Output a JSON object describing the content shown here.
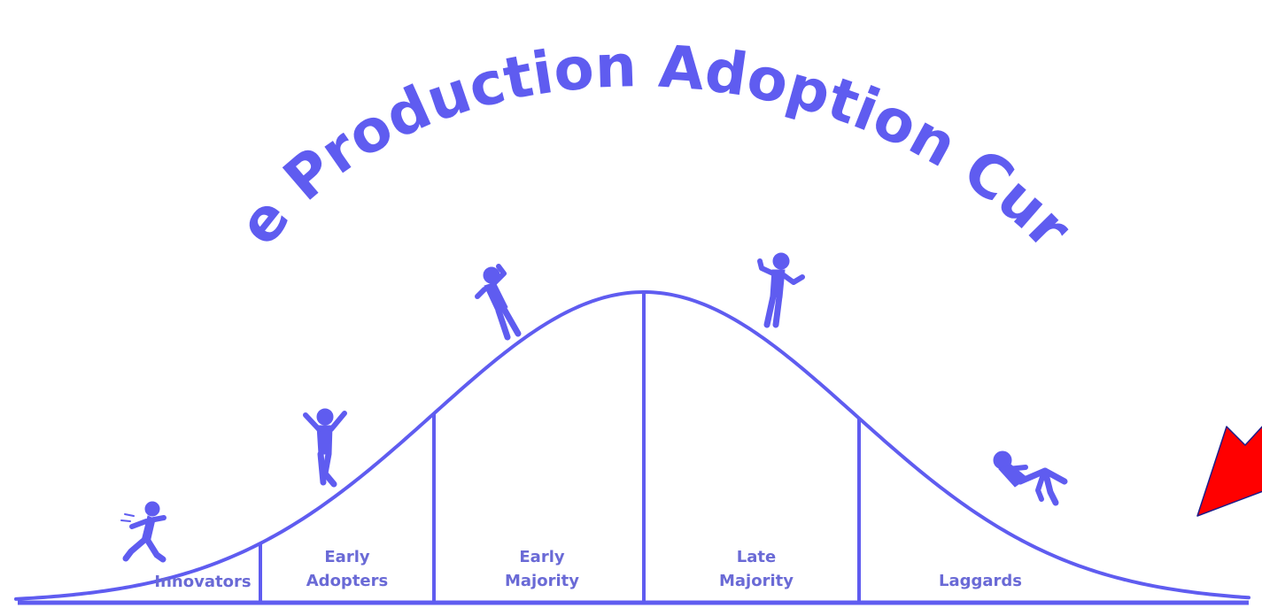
{
  "title": "The Production Adoption Curve",
  "colors": {
    "primary": "#5f5cf0",
    "label": "#6a6ad6",
    "arrow": "#ff0000",
    "arrow_outline": "#1d1d8a",
    "background": "#ffffff"
  },
  "segments": [
    {
      "id": "innovators",
      "lines": [
        "Innovators"
      ]
    },
    {
      "id": "early-adopters",
      "lines": [
        "Early",
        "Adopters"
      ]
    },
    {
      "id": "early-majority",
      "lines": [
        "Early",
        "Majority"
      ]
    },
    {
      "id": "late-majority",
      "lines": [
        "Late",
        "Majority"
      ]
    },
    {
      "id": "laggards",
      "lines": [
        "Laggards"
      ]
    }
  ],
  "figures": [
    {
      "name": "running-figure-icon",
      "segment": "innovators"
    },
    {
      "name": "cheering-figure-icon",
      "segment": "early-adopters"
    },
    {
      "name": "thinking-figure-icon",
      "segment": "early-majority"
    },
    {
      "name": "shrugging-figure-icon",
      "segment": "late-majority"
    },
    {
      "name": "reclining-figure-icon",
      "segment": "laggards"
    }
  ],
  "annotation": {
    "icon": "red-arrow-icon",
    "direction": "down-left",
    "points_to": "laggards"
  }
}
